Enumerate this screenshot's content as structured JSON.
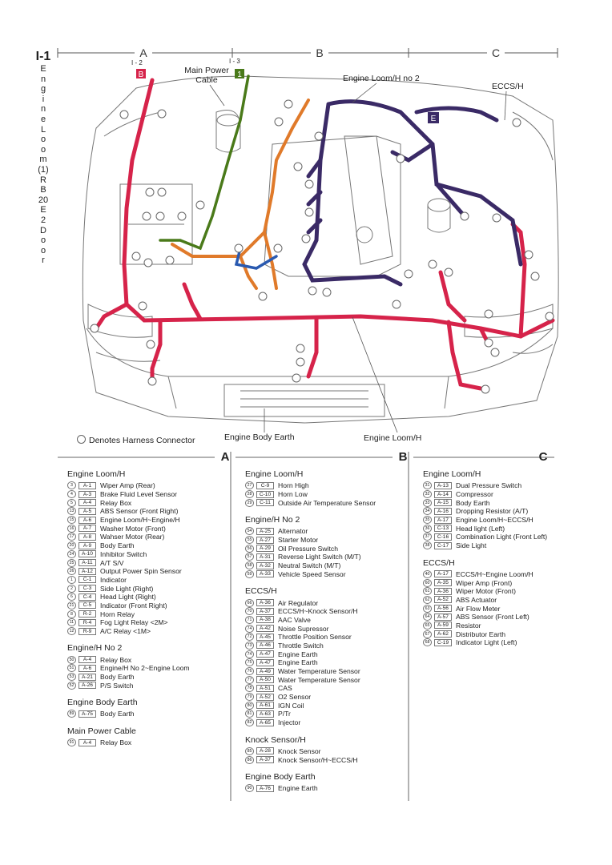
{
  "side_title": {
    "code": "I-1",
    "text": [
      "E",
      "n",
      "g",
      "i",
      "n",
      "e",
      "L",
      "o",
      "o",
      "m",
      "(1)",
      "R",
      "B",
      "20",
      "E",
      "2",
      "D",
      "o",
      "o",
      "r"
    ]
  },
  "zones": [
    "A",
    "B",
    "C"
  ],
  "diagram_labels": {
    "main_power_cable": "Main Power Cable",
    "engine_loom_h_no2": "Engine Loom/H no 2",
    "eccs_h": "ECCS/H",
    "engine_body_earth": "Engine Body Earth",
    "engine_loom_h": "Engine Loom/H",
    "ref_i2": "I - 2",
    "ref_i3": "I - 3",
    "box_b": "B",
    "box_1": "1",
    "box_e": "E"
  },
  "legend_note": "Denotes Harness Connector",
  "colors": {
    "engine_loom": "#d6234a",
    "eccs": "#3a2a66",
    "loom_no2": "#e07a2a",
    "main_power": "#4a7a1a",
    "knock": "#2a5ab0"
  },
  "legend": {
    "A": [
      {
        "title": "Engine Loom/H",
        "entries": [
          [
            "3",
            "A-1",
            "Wiper Amp (Rear)"
          ],
          [
            "4",
            "A-3",
            "Brake Fluid Level Sensor"
          ],
          [
            "5",
            "A-4",
            "Relay Box"
          ],
          [
            "13",
            "A-5",
            "ABS Sensor (Front Right)"
          ],
          [
            "15",
            "A-6",
            "Engine Loom/H~Engine/H"
          ],
          [
            "16",
            "A-7",
            "Washer Motor (Front)"
          ],
          [
            "17",
            "A-8",
            "Wahser Motor (Rear)"
          ],
          [
            "20",
            "A-9",
            "Body Earth"
          ],
          [
            "24",
            "A-10",
            "Inhibitor Switch"
          ],
          [
            "25",
            "A-11",
            "A/T S/V"
          ],
          [
            "26",
            "A-12",
            "Output Power Spin Sensor"
          ],
          [
            "1",
            "C-1",
            "Indicator"
          ],
          [
            "2",
            "C-3",
            "Side Light (Right)"
          ],
          [
            "6",
            "C-4",
            "Head Light (Right)"
          ],
          [
            "21",
            "C-5",
            "Indicator (Front Right)"
          ],
          [
            "8",
            "R-2",
            "Horn Relay"
          ],
          [
            "11",
            "R-4",
            "Fog Light Relay <2M>"
          ],
          [
            "12",
            "R-9",
            "A/C Relay <1M>"
          ]
        ]
      },
      {
        "title": "Engine/H No 2",
        "entries": [
          [
            "50",
            "A-4",
            "Relay Box"
          ],
          [
            "51",
            "A-6",
            "Engine/H No 2~Engine Loom"
          ],
          [
            "53",
            "A-21",
            "Body Earth"
          ],
          [
            "52",
            "A-26",
            "P/S Switch"
          ]
        ]
      },
      {
        "title": "Engine Body Earth",
        "entries": [
          [
            "89",
            "A-75",
            "Body Earth"
          ]
        ]
      },
      {
        "title": "Main Power Cable",
        "entries": [
          [
            "91",
            "A-4",
            "Relay Box"
          ]
        ]
      }
    ],
    "B": [
      {
        "title": "Engine Loom/H",
        "entries": [
          [
            "27",
            "C-9",
            "Horn High"
          ],
          [
            "28",
            "C-10",
            "Horn Low"
          ],
          [
            "29",
            "C-11",
            "Outside Air Temperature Sensor"
          ]
        ]
      },
      {
        "title": "Engine/H No 2",
        "entries": [
          [
            "54",
            "A-25",
            "Alternator"
          ],
          [
            "55",
            "A-27",
            "Starter Motor"
          ],
          [
            "56",
            "A-29",
            "Oil Pressure Switch"
          ],
          [
            "57",
            "A-31",
            "Reverse Light Switch (M/T)"
          ],
          [
            "58",
            "A-32",
            "Neutral Switch (M/T)"
          ],
          [
            "59",
            "A-33",
            "Vehicle Speed Sensor"
          ]
        ]
      },
      {
        "title": "ECCS/H",
        "entries": [
          [
            "66",
            "A-36",
            "Air Regulator"
          ],
          [
            "70",
            "A-37",
            "ECCS/H~Knock Sensor/H"
          ],
          [
            "71",
            "A-38",
            "AAC Valve"
          ],
          [
            "74",
            "A-42",
            "Noise Supressor"
          ],
          [
            "72",
            "A-45",
            "Throttle Position Sensor"
          ],
          [
            "73",
            "A-46",
            "Throttle Switch"
          ],
          [
            "74",
            "A-47",
            "Engine Earth"
          ],
          [
            "75",
            "A-47",
            "Engine Earth"
          ],
          [
            "76",
            "A-49",
            "Water Temperature Sensor"
          ],
          [
            "77",
            "A-50",
            "Water Temperature Sensor"
          ],
          [
            "78",
            "A-51",
            "CAS"
          ],
          [
            "79",
            "A-52",
            "O2 Sensor"
          ],
          [
            "80",
            "A-61",
            "IGN Coil"
          ],
          [
            "81",
            "A-63",
            "P/Tr"
          ],
          [
            "82",
            "A-65",
            "Injector"
          ]
        ]
      },
      {
        "title": "Knock Sensor/H",
        "entries": [
          [
            "85",
            "A-28",
            "Knock Sensor"
          ],
          [
            "86",
            "A-37",
            "Knock Sensor/H~ECCS/H"
          ]
        ]
      },
      {
        "title": "Engine Body Earth",
        "entries": [
          [
            "90",
            "A-76",
            "Engine Earth"
          ]
        ]
      }
    ],
    "C": [
      {
        "title": "Engine Loom/H",
        "entries": [
          [
            "31",
            "A-13",
            "Dual Pressure Switch"
          ],
          [
            "32",
            "A-14",
            "Compressor"
          ],
          [
            "33",
            "A-15",
            "Body Earth"
          ],
          [
            "34",
            "A-16",
            "Dropping Resistor (A/T)"
          ],
          [
            "35",
            "A-17",
            "Engine Loom/H~ECCS/H"
          ],
          [
            "36",
            "C-13",
            "Head light (Left)"
          ],
          [
            "37",
            "C-16",
            "Combination Light (Front Left)"
          ],
          [
            "38",
            "C-17",
            "Side Light"
          ]
        ]
      },
      {
        "title": "ECCS/H",
        "entries": [
          [
            "40",
            "A-17",
            "ECCS/H~Engine Loom/H"
          ],
          [
            "60",
            "A-35",
            "Wiper Amp (Front)"
          ],
          [
            "61",
            "A-36",
            "Wiper Motor (Front)"
          ],
          [
            "62",
            "A-52",
            "ABS Actuator"
          ],
          [
            "63",
            "A-56",
            "Air Flow Meter"
          ],
          [
            "64",
            "A-57",
            "ABS Sensor (Front Left)"
          ],
          [
            "65",
            "A-59",
            "Resistor"
          ],
          [
            "67",
            "A-62",
            "Distributor Earth"
          ],
          [
            "68",
            "C-19",
            "Indicator Light (Left)"
          ]
        ]
      }
    ]
  }
}
